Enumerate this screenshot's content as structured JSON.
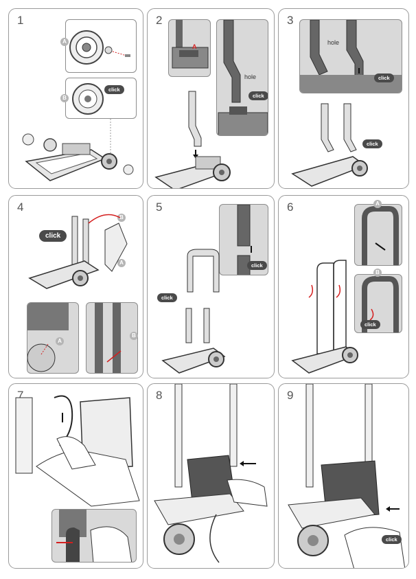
{
  "steps": [
    {
      "number": "1",
      "callouts": {
        "a": "A",
        "b": "B"
      },
      "badge": "click"
    },
    {
      "number": "2",
      "inset_marker": "A",
      "hole_label": "hole",
      "badge": "click"
    },
    {
      "number": "3",
      "hole_label": "hole",
      "badge_inset": "click",
      "badge_main": "click"
    },
    {
      "number": "4",
      "badge": "click",
      "callouts": {
        "a": "A",
        "b": "B",
        "a2": "A",
        "b2": "B"
      }
    },
    {
      "number": "5",
      "badge_main": "click",
      "badge_inset": "click"
    },
    {
      "number": "6",
      "callouts": {
        "a": "A",
        "b": "B"
      },
      "badge": "click"
    },
    {
      "number": "7"
    },
    {
      "number": "8"
    },
    {
      "number": "9",
      "badge": "click"
    }
  ],
  "colors": {
    "accent_red": "#d41e1e",
    "badge_gray": "#4a4a4a",
    "callout_gray": "#b5b5b5",
    "line_gray": "#555555"
  }
}
